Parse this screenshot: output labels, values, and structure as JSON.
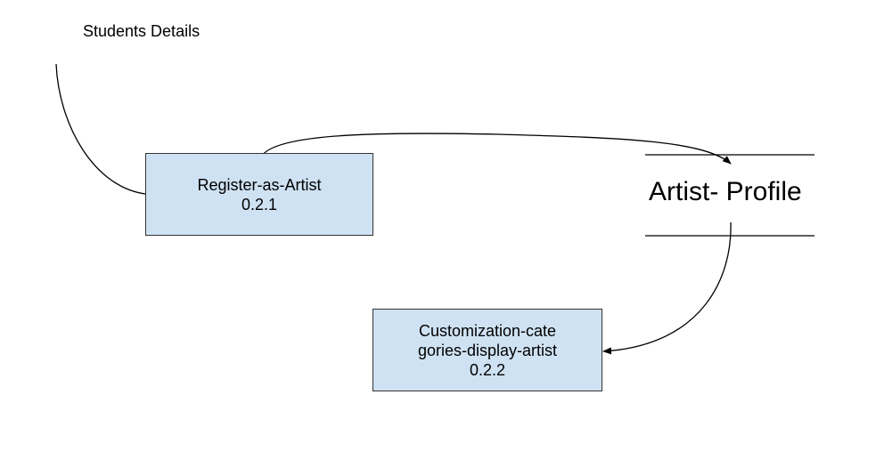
{
  "diagram": {
    "colors": {
      "process_fill": "#cfe2f3",
      "process_border": "#333333",
      "line": "#000000",
      "background": "#ffffff"
    },
    "external_flow": {
      "label": "Students Details"
    },
    "processes": [
      {
        "name_line": "Register-as-Artist",
        "id": "0.2.1"
      },
      {
        "name_line1": "Customization-cate",
        "name_line2": "gories-display-artist",
        "id": "0.2.2"
      }
    ],
    "data_store": {
      "label": "Artist- Profile"
    }
  }
}
